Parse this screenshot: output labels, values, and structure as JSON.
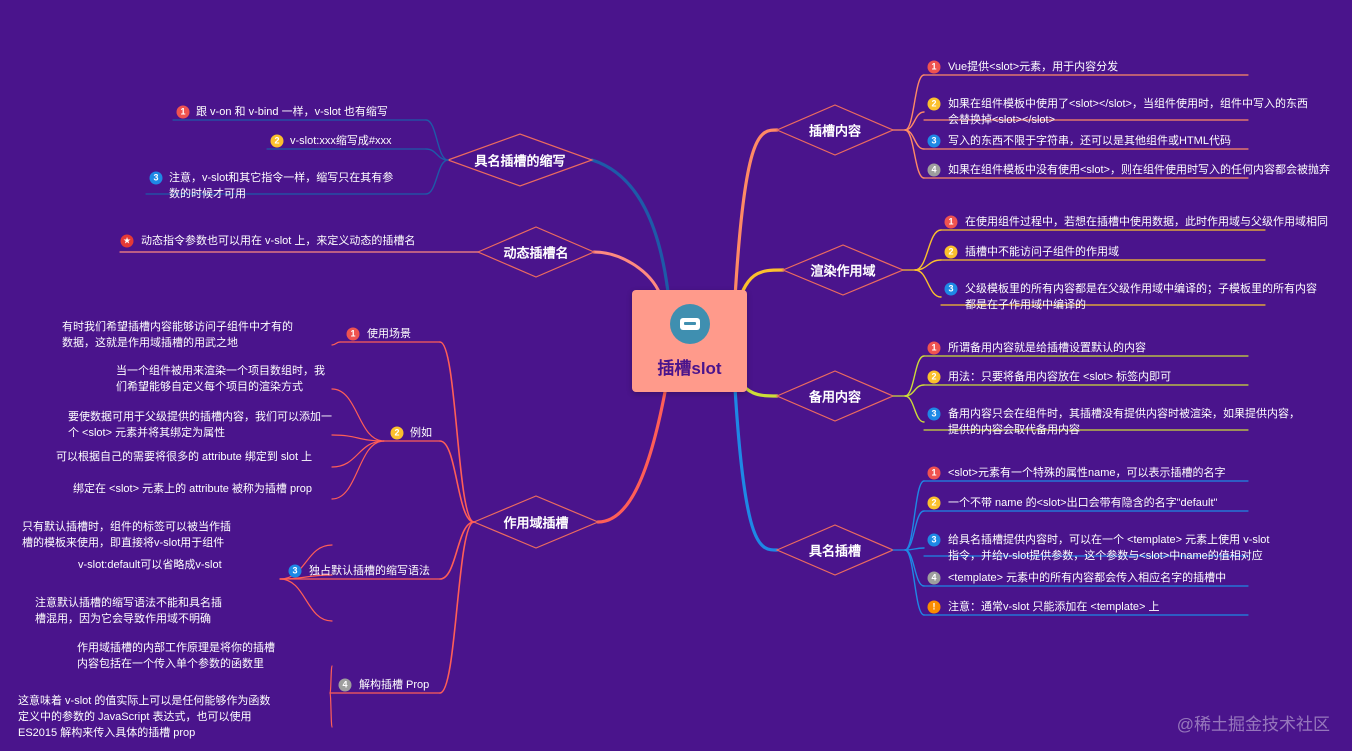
{
  "center": {
    "title": "插槽slot",
    "icon": "drawer-tray-icon"
  },
  "colors": {
    "background": "#4a148c",
    "center": "#ff9a8b",
    "orange": "#ff7043",
    "yellow": "#fbc02d",
    "blue": "#1e88e5",
    "pink": "#ff8a80",
    "diamond": "#ec6b5f"
  },
  "branches": {
    "content": {
      "label": "插槽内容",
      "items": [
        {
          "badge": "1",
          "text": "Vue提供<slot>元素，用于内容分发"
        },
        {
          "badge": "2",
          "lines": [
            "如果在组件模板中使用了<slot></slot>，当组件使用时，组件中写入的东西",
            "会替换掉<slot></slot>"
          ]
        },
        {
          "badge": "3",
          "text": "写入的东西不限于字符串，还可以是其他组件或HTML代码"
        },
        {
          "badge": "4",
          "text": "如果在组件模板中没有使用<slot>，则在组件使用时写入的任何内容都会被抛弃"
        }
      ]
    },
    "scope": {
      "label": "渲染作用域",
      "items": [
        {
          "badge": "1",
          "text": "在使用组件过程中，若想在插槽中使用数据，此时作用域与父级作用域相同"
        },
        {
          "badge": "2",
          "text": "插槽中不能访问子组件的作用域"
        },
        {
          "badge": "3",
          "lines": [
            "父级模板里的所有内容都是在父级作用域中编译的；子模板里的所有内容",
            "都是在子作用域中编译的"
          ]
        }
      ]
    },
    "fallback": {
      "label": "备用内容",
      "items": [
        {
          "badge": "1",
          "text": "所谓备用内容就是给插槽设置默认的内容"
        },
        {
          "badge": "2",
          "text": "用法：只要将备用内容放在 <slot> 标签内即可"
        },
        {
          "badge": "3",
          "lines": [
            "备用内容只会在组件时，其插槽没有提供内容时被渲染，如果提供内容，",
            "提供的内容会取代备用内容"
          ]
        }
      ]
    },
    "named": {
      "label": "具名插槽",
      "items": [
        {
          "badge": "1",
          "text": "<slot>元素有一个特殊的属性name，可以表示插槽的名字"
        },
        {
          "badge": "2",
          "text": "一个不带 name 的<slot>出口会带有隐含的名字\"default\""
        },
        {
          "badge": "3",
          "lines": [
            "给具名插槽提供内容时，可以在一个 <template> 元素上使用 v-slot",
            "指令，并给v-slot提供参数，这个参数与<slot>中name的值相对应"
          ]
        },
        {
          "badge": "4",
          "text": "<template> 元素中的所有内容都会传入相应名字的插槽中"
        },
        {
          "badge": "!",
          "text": "注意：通常v-slot 只能添加在 <template> 上"
        }
      ]
    },
    "shorthand": {
      "label": "具名插槽的缩写",
      "items": [
        {
          "badge": "1",
          "text": "跟 v-on 和 v-bind 一样，v-slot 也有缩写"
        },
        {
          "badge": "2",
          "text": "v-slot:xxx缩写成#xxx"
        },
        {
          "badge": "3",
          "lines": [
            "注意，v-slot和其它指令一样，缩写只在其有参",
            "数的时候才可用"
          ]
        }
      ]
    },
    "dynamic": {
      "label": "动态插槽名",
      "items": [
        {
          "badge": "★",
          "text": "动态指令参数也可以用在 v-slot 上，来定义动态的插槽名"
        }
      ]
    },
    "scoped": {
      "label": "作用域插槽",
      "subs": [
        {
          "badge": "1",
          "label": "使用场景",
          "children": [
            {
              "lines": [
                "有时我们希望插槽内容能够访问子组件中才有的",
                "数据，这就是作用域插槽的用武之地"
              ]
            }
          ]
        },
        {
          "badge": "2",
          "label": "例如",
          "children": [
            {
              "lines": [
                "当一个组件被用来渲染一个项目数组时，我",
                "们希望能够自定义每个项目的渲染方式"
              ]
            },
            {
              "lines": [
                "要使数据可用于父级提供的插槽内容，我们可以添加一",
                "个 <slot> 元素并将其绑定为属性"
              ]
            },
            {
              "lines": [
                "可以根据自己的需要将很多的 attribute 绑定到 slot 上"
              ]
            },
            {
              "lines": [
                "绑定在 <slot> 元素上的 attribute 被称为插槽 prop"
              ]
            }
          ]
        },
        {
          "badge": "3",
          "label": "独占默认插槽的缩写语法",
          "children": [
            {
              "lines": [
                "只有默认插槽时，组件的标签可以被当作插",
                "槽的模板来使用，即直接将v-slot用于组件"
              ]
            },
            {
              "lines": [
                "v-slot:default可以省略成v-slot"
              ]
            },
            {
              "lines": [
                "注意默认插槽的缩写语法不能和具名插",
                "槽混用，因为它会导致作用域不明确"
              ]
            }
          ]
        },
        {
          "badge": "4",
          "label": "解构插槽 Prop",
          "children": [
            {
              "lines": [
                "作用域插槽的内部工作原理是将你的插槽",
                "内容包括在一个传入单个参数的函数里"
              ]
            },
            {
              "lines": [
                "这意味着 v-slot 的值实际上可以是任何能够作为函数",
                "定义中的参数的 JavaScript 表达式，也可以使用",
                "ES2015 解构来传入具体的插槽 prop"
              ]
            }
          ]
        }
      ]
    }
  },
  "watermark": "@稀土掘金技术社区"
}
